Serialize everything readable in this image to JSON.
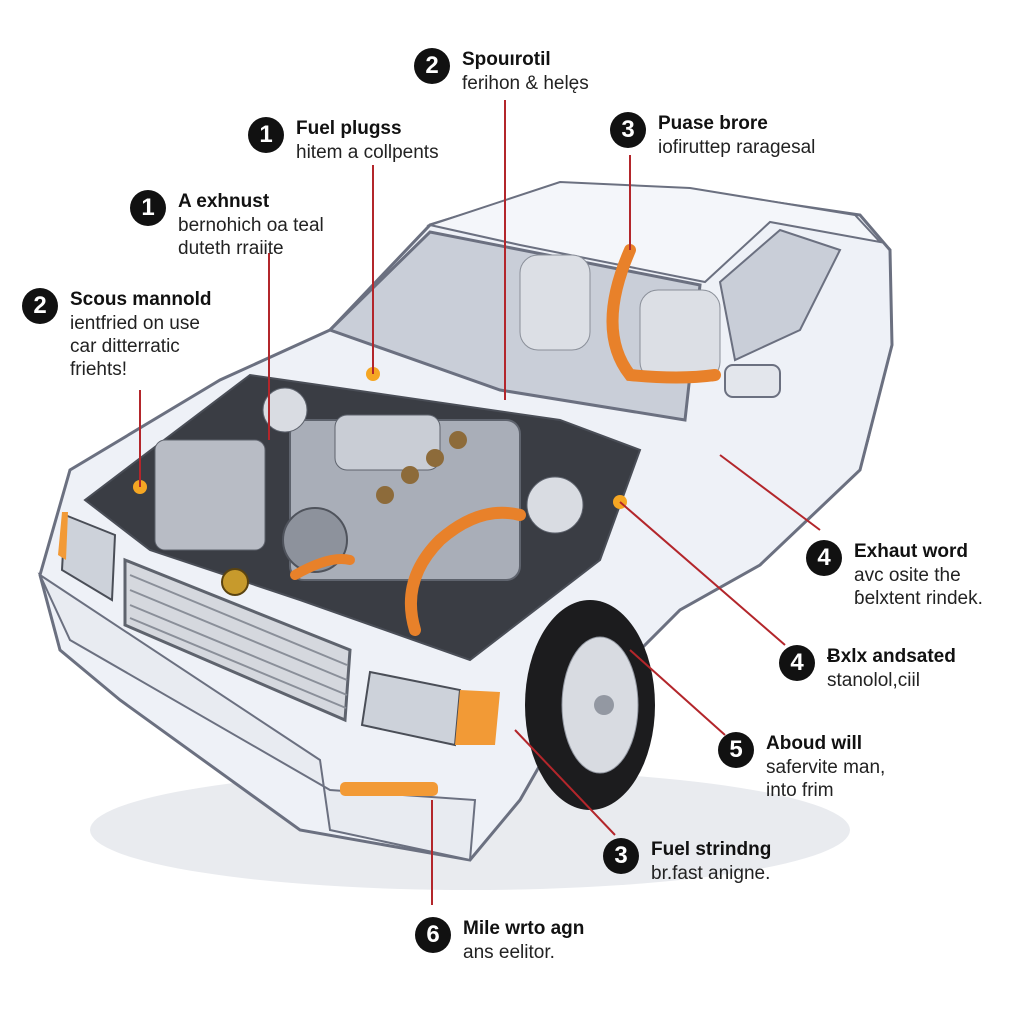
{
  "callouts": [
    {
      "id": "c1",
      "number": "2",
      "title": "Spouırotil",
      "lines": [
        "ferihon & helęs"
      ]
    },
    {
      "id": "c2",
      "number": "1",
      "title": "Fuel plugss",
      "lines": [
        "hitem a collpents"
      ]
    },
    {
      "id": "c3",
      "number": "3",
      "title": "Puase brore",
      "lines": [
        "iofiruttep raragesal"
      ]
    },
    {
      "id": "c4",
      "number": "1",
      "title": "A exhnust",
      "lines": [
        "bernohich oa teal",
        "duteth rraiite"
      ]
    },
    {
      "id": "c5",
      "number": "2",
      "title": "Scous mannold",
      "lines": [
        "ientfried on use",
        "car ditterratic",
        "friehts!"
      ]
    },
    {
      "id": "c6",
      "number": "4",
      "title": "Exhaut word",
      "lines": [
        "avc osite the",
        "ɓelxtent rindek."
      ]
    },
    {
      "id": "c7",
      "number": "4",
      "title": "Ƀxlx andsated",
      "lines": [
        "stanolol,ciil"
      ]
    },
    {
      "id": "c8",
      "number": "5",
      "title": "Aboud will",
      "lines": [
        "safervite man,",
        "into frim"
      ]
    },
    {
      "id": "c9",
      "number": "3",
      "title": "Fuel strindng",
      "lines": [
        "br.fast anigne."
      ]
    },
    {
      "id": "c10",
      "number": "6",
      "title": "Mile wrto agn",
      "lines": [
        "ans eelitor."
      ]
    }
  ],
  "colors": {
    "body": "#eef1f7",
    "outline": "#6b7080",
    "hose": "#e8812a",
    "leader": "#b3262b",
    "engine": "#a9aeb8",
    "glass": "#c9ced8",
    "tire": "#1c1c1e"
  }
}
